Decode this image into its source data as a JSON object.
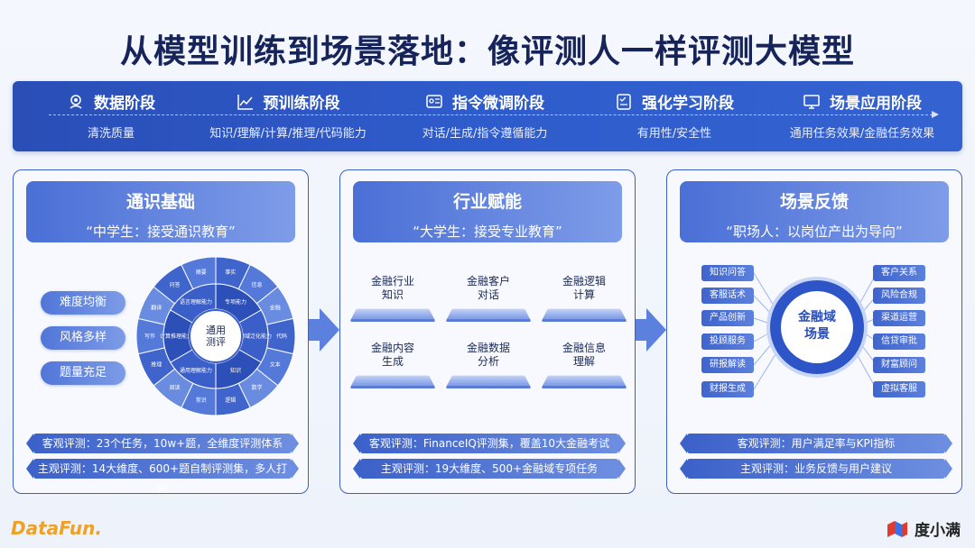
{
  "title": "从模型训练到场景落地：像评测人一样评测大模型",
  "stages": [
    {
      "name": "数据阶段",
      "sub": "清洗质量",
      "icon": "data-gear-icon"
    },
    {
      "name": "预训练阶段",
      "sub": "知识/理解/计算/推理/代码能力",
      "icon": "line-chart-icon"
    },
    {
      "name": "指令微调阶段",
      "sub": "对话/生成/指令遵循能力",
      "icon": "tuning-icon"
    },
    {
      "name": "强化学习阶段",
      "sub": "有用性/安全性",
      "icon": "checklist-icon"
    },
    {
      "name": "场景应用阶段",
      "sub": "通用任务效果/金融任务效果",
      "icon": "monitor-icon"
    }
  ],
  "panels": {
    "general": {
      "title": "通识基础",
      "quote": "“中学生：接受通识教育”",
      "tags": [
        "难度均衡",
        "风格多样",
        "题量充足"
      ],
      "wheel_center": [
        "通用",
        "测评"
      ],
      "wheel_inner": [
        "专项能力",
        "领域泛化能力",
        "知识",
        "通用理解能力",
        "计算推理能力",
        "语言理解能力"
      ],
      "wheel_outer": [
        "事实",
        "信息",
        "金融",
        "代码",
        "文本",
        "数学",
        "逻辑",
        "常识",
        "阅读",
        "推理",
        "写作",
        "翻译",
        "问答",
        "摘要"
      ],
      "objective": "客观评测：23个任务，10w+题，全维度评测体系",
      "subjective": "主观评测：14大维度、600+题自制评测集，多人打分"
    },
    "industry": {
      "title": "行业赋能",
      "quote": "“大学生：接受专业教育”",
      "cards": [
        [
          "金融行业",
          "知识"
        ],
        [
          "金融客户",
          "对话"
        ],
        [
          "金融逻辑",
          "计算"
        ],
        [
          "金融内容",
          "生成"
        ],
        [
          "金融数据",
          "分析"
        ],
        [
          "金融信息",
          "理解"
        ]
      ],
      "objective": "客观评测：FinanceIQ评测集，覆盖10大金融考试",
      "subjective": "主观评测：19大维度、500+金融域专项任务"
    },
    "scenario": {
      "title": "场景反馈",
      "quote": "“职场人：以岗位产出为导向”",
      "left_tags": [
        "知识问答",
        "客服话术",
        "产品创新",
        "投顾服务",
        "研报解读",
        "财报生成"
      ],
      "right_tags": [
        "客户关系",
        "风险合规",
        "渠道运营",
        "信贷审批",
        "财富顾问",
        "虚拟客服"
      ],
      "hub": [
        "金融域",
        "场景"
      ],
      "objective": "客观评测：用户满足率与KPI指标",
      "subjective": "主观评测：业务反馈与用户建议"
    }
  },
  "footer": {
    "left_logo": "DataFun.",
    "right_logo": "度小满"
  },
  "colors": {
    "primary": "#2f5ccc",
    "accent": "#5b80dd",
    "title": "#16245a",
    "datafun": "#f0a023"
  }
}
